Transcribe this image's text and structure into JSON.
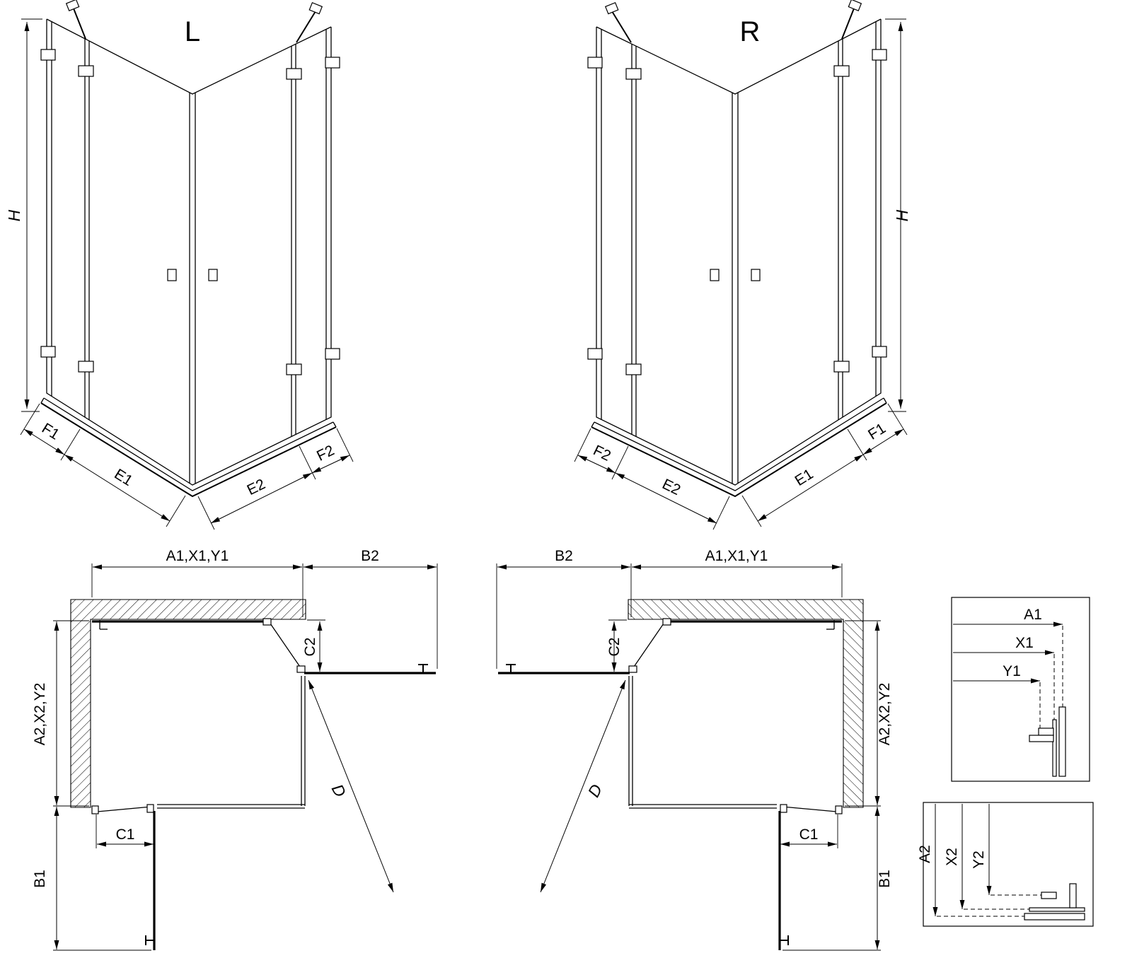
{
  "front_left": {
    "title": "L",
    "h": "H",
    "f1": "F1",
    "e1": "E1",
    "e2": "E2",
    "f2": "F2"
  },
  "front_right": {
    "title": "R",
    "h": "H",
    "f1": "F1",
    "e1": "E1",
    "e2": "E2",
    "f2": "F2"
  },
  "plan_left": {
    "a1": "A1,X1,Y1",
    "b2": "B2",
    "c2": "C2",
    "a2": "A2,X2,Y2",
    "c1": "C1",
    "b1": "B1",
    "d": "D"
  },
  "plan_right": {
    "a1": "A1,X1,Y1",
    "b2": "B2",
    "c2": "C2",
    "a2": "A2,X2,Y2",
    "c1": "C1",
    "b1": "B1",
    "d": "D"
  },
  "detail_top": {
    "r0": "A1",
    "r1": "X1",
    "r2": "Y1"
  },
  "detail_bottom": {
    "r0": "A2",
    "r1": "X2",
    "r2": "Y2"
  },
  "colors": {
    "line": "#000000",
    "background": "#ffffff"
  }
}
